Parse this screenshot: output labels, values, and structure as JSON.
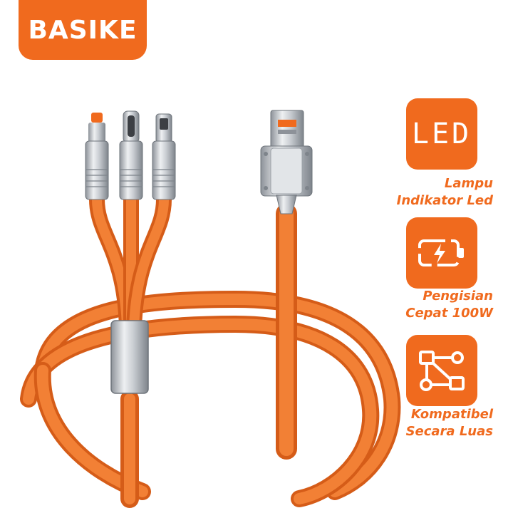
{
  "brand": {
    "name": "BASIKE"
  },
  "colors": {
    "accent": "#F06A1E",
    "cable": "#F28035",
    "cable_shadow": "#D55C18",
    "metal": "#C9CDD2",
    "metal_dark": "#8D9299"
  },
  "features": [
    {
      "icon": "led-icon",
      "icon_text": "LED",
      "line1": "Lampu",
      "line2": "Indikator Led"
    },
    {
      "icon": "battery-charging-icon",
      "line1": "Pengisian",
      "line2": "Cepat 100W"
    },
    {
      "icon": "flowchart-icon",
      "line1": "Kompatibel",
      "line2": "Secara Luas"
    }
  ]
}
